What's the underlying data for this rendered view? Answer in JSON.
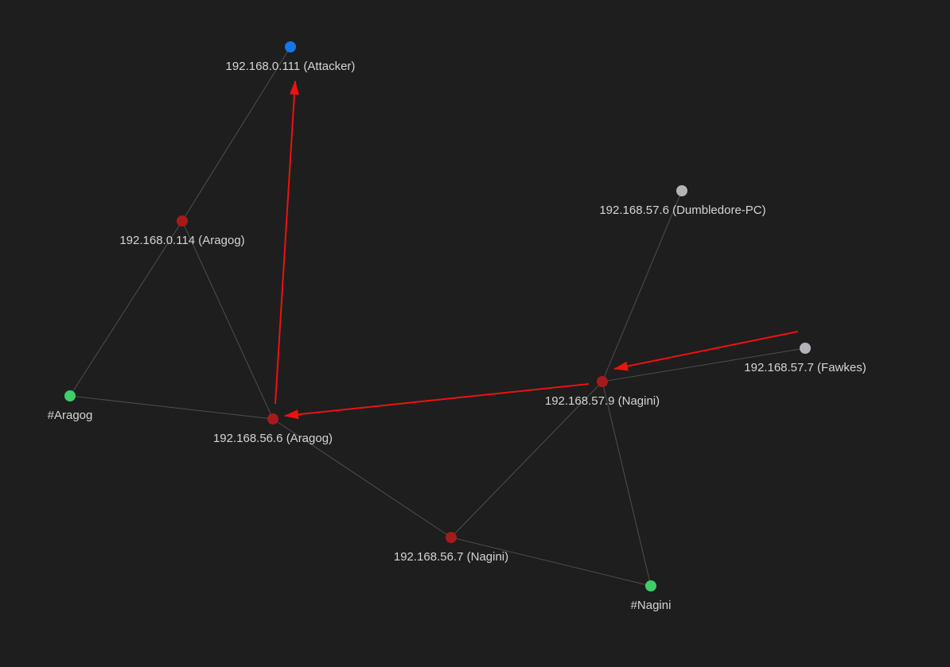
{
  "graph": {
    "colors": {
      "background": "#1e1e1e",
      "edge": "#4e4e4e",
      "route": "#ee1111",
      "attacker": "#1577e8",
      "compromised": "#a71a1c",
      "network": "#3ccf6a",
      "discovered": "#b4b4b8",
      "label": "#d4d4d4"
    },
    "nodes": [
      {
        "id": "attacker",
        "label": "192.168.0.111 (Attacker)",
        "status": "attacker"
      },
      {
        "id": "aragog-ext",
        "label": "192.168.0.114 (Aragog)",
        "status": "compromised"
      },
      {
        "id": "aragog-net",
        "label": "#Aragog",
        "status": "network"
      },
      {
        "id": "aragog-int",
        "label": "192.168.56.6 (Aragog)",
        "status": "compromised"
      },
      {
        "id": "nagini-56",
        "label": "192.168.56.7 (Nagini)",
        "status": "compromised"
      },
      {
        "id": "nagini-57",
        "label": "192.168.57.9 (Nagini)",
        "status": "compromised"
      },
      {
        "id": "nagini-net",
        "label": "#Nagini",
        "status": "network"
      },
      {
        "id": "dumbledore",
        "label": "192.168.57.6 (Dumbledore-PC)",
        "status": "discovered"
      },
      {
        "id": "fawkes",
        "label": "192.168.57.7 (Fawkes)",
        "status": "discovered"
      }
    ],
    "edges": [
      {
        "from": "attacker",
        "to": "aragog-ext"
      },
      {
        "from": "aragog-ext",
        "to": "aragog-net"
      },
      {
        "from": "aragog-ext",
        "to": "aragog-int"
      },
      {
        "from": "aragog-net",
        "to": "aragog-int"
      },
      {
        "from": "aragog-int",
        "to": "nagini-56"
      },
      {
        "from": "nagini-56",
        "to": "nagini-57"
      },
      {
        "from": "nagini-56",
        "to": "nagini-net"
      },
      {
        "from": "nagini-57",
        "to": "nagini-net"
      },
      {
        "from": "nagini-57",
        "to": "dumbledore"
      },
      {
        "from": "nagini-57",
        "to": "fawkes"
      }
    ],
    "route": [
      {
        "from": "fawkes",
        "to": "nagini-57"
      },
      {
        "from": "nagini-57",
        "to": "aragog-int"
      },
      {
        "from": "aragog-int",
        "to": "attacker"
      }
    ]
  }
}
